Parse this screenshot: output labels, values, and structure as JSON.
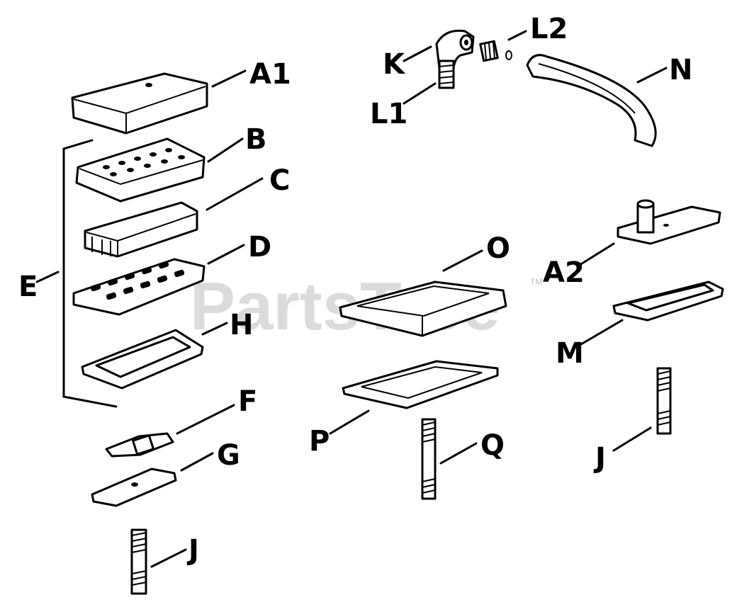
{
  "watermark": {
    "text": "PartsTree",
    "trademark": "TM"
  },
  "labels": {
    "A1": "A1",
    "A2": "A2",
    "B": "B",
    "C": "C",
    "D": "D",
    "E": "E",
    "F": "F",
    "G": "G",
    "H": "H",
    "J_left": "J",
    "J_right": "J",
    "K": "K",
    "L1": "L1",
    "L2": "L2",
    "M": "M",
    "N": "N",
    "O": "O",
    "P": "P",
    "Q": "Q"
  }
}
